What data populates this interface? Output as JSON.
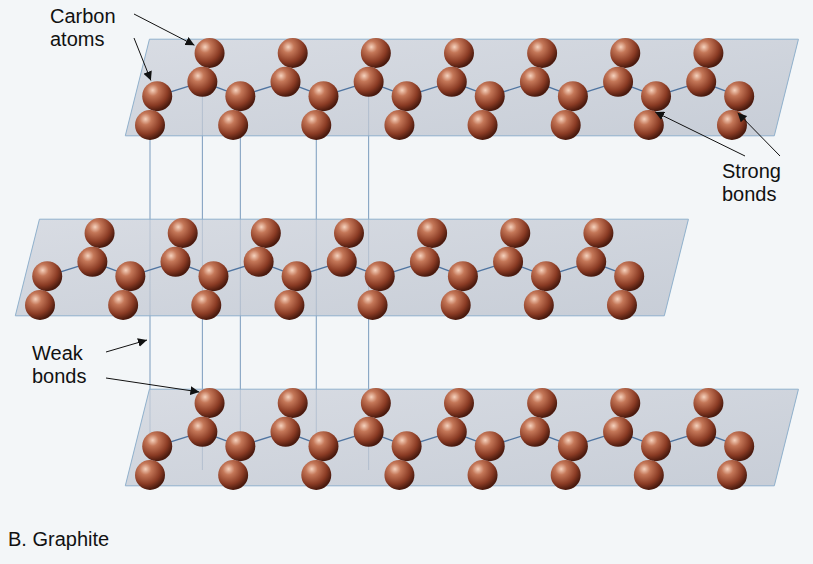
{
  "diagram": {
    "caption": "B. Graphite",
    "labels": [
      "Carbon atoms",
      "Strong bonds",
      "Weak bonds"
    ]
  }
}
